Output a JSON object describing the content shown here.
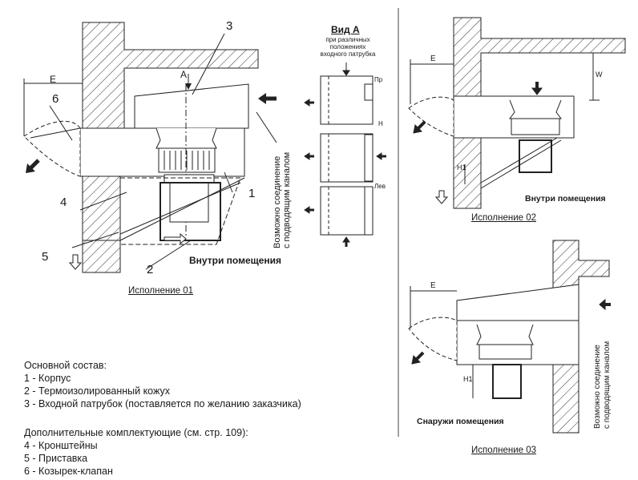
{
  "view_a": {
    "title": "Вид А",
    "subtitle_lines": [
      "при различных",
      "положениях",
      "входного патрубка"
    ],
    "positions": [
      "Пр",
      "Н",
      "Лев"
    ]
  },
  "variant01": {
    "caption": "Исполнение 01",
    "inside_label": "Внутри помещения",
    "arrow_label": "A",
    "dim_e": "E",
    "connection_lines": [
      "Возможно соединение",
      "с подводящим каналом"
    ],
    "numbers": [
      "1",
      "2",
      "3",
      "4",
      "5",
      "6"
    ]
  },
  "variant02": {
    "caption": "Исполнение 02",
    "inside_label": "Внутри помещения",
    "dim_e": "E",
    "dim_w": "W",
    "dim_h1": "H1"
  },
  "variant03": {
    "caption": "Исполнение 03",
    "outside_label": "Снаружи помещения",
    "dim_e": "E",
    "dim_h1": "H1",
    "connection_lines": [
      "Возможно соединение",
      "с подводящим каналом"
    ]
  },
  "legend": {
    "main_title": "Основной состав:",
    "main_items": [
      "1 - Корпус",
      "2 - Термоизолированный кожух",
      "3 - Входной патрубок (поставляется по желанию заказчика)"
    ],
    "extra_title": "Дополнительные комплектующие (см. стр. 109):",
    "extra_items": [
      "4 - Кронштейны",
      "5 - Приставка",
      "6 - Козырек-клапан"
    ]
  }
}
